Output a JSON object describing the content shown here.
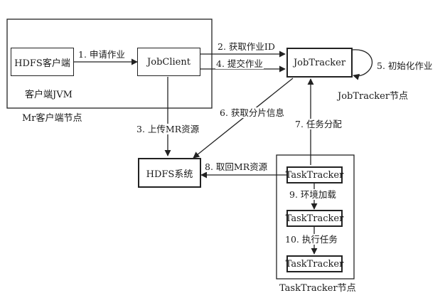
{
  "nodes": {
    "hdfs_client": "HDFS客户端",
    "job_client": "JobClient",
    "job_tracker": "JobTracker",
    "hdfs_system": "HDFS系统",
    "task_tracker_1": "TaskTracker",
    "task_tracker_2": "TaskTracker",
    "task_tracker_3": "TaskTracker"
  },
  "containers": {
    "client_jvm": "客户端JVM",
    "mr_client_node": "Mr客户端节点",
    "jobtracker_node": "JobTracker节点",
    "tasktracker_node": "TaskTracker节点"
  },
  "steps": {
    "s1": "1. 申请作业",
    "s2": "2. 获取作业ID",
    "s3": "3. 上传MR资源",
    "s4": "4. 提交作业",
    "s5": "5. 初始化作业",
    "s6": "6. 获取分片信息",
    "s7": "7. 任务分配",
    "s8": "8. 取回MR资源",
    "s9": "9. 环境加载",
    "s10": "10. 执行任务"
  }
}
